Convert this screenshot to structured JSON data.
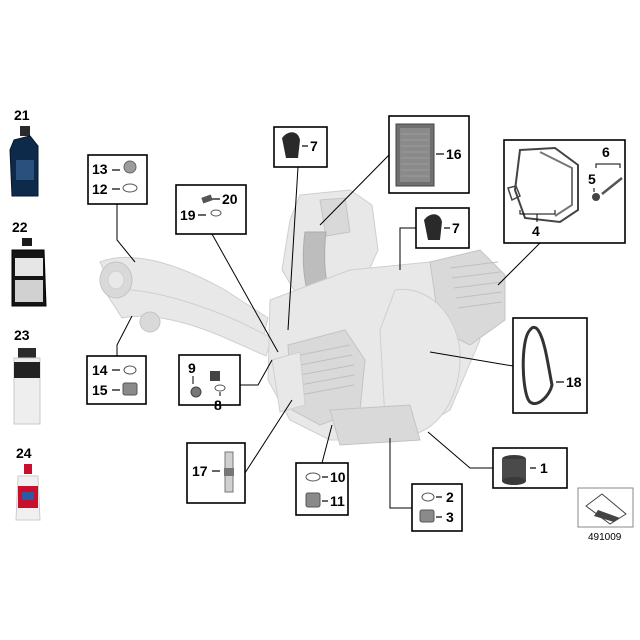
{
  "diagram_ref": "491009",
  "parts": {
    "p1": "1",
    "p2": "2",
    "p3": "3",
    "p4": "4",
    "p5": "5",
    "p6": "6",
    "p7a": "7",
    "p7b": "7",
    "p8": "8",
    "p9": "9",
    "p10": "10",
    "p11": "11",
    "p12": "12",
    "p13": "13",
    "p14": "14",
    "p15": "15",
    "p16": "16",
    "p17": "17",
    "p18": "18",
    "p19": "19",
    "p20": "20",
    "p21": "21",
    "p22": "22",
    "p23": "23",
    "p24": "24"
  },
  "colors": {
    "engine_gray": "#d9d9d9",
    "line": "#000000",
    "oil_bottle": "#0e2a4a",
    "spray_red": "#c8102e"
  }
}
